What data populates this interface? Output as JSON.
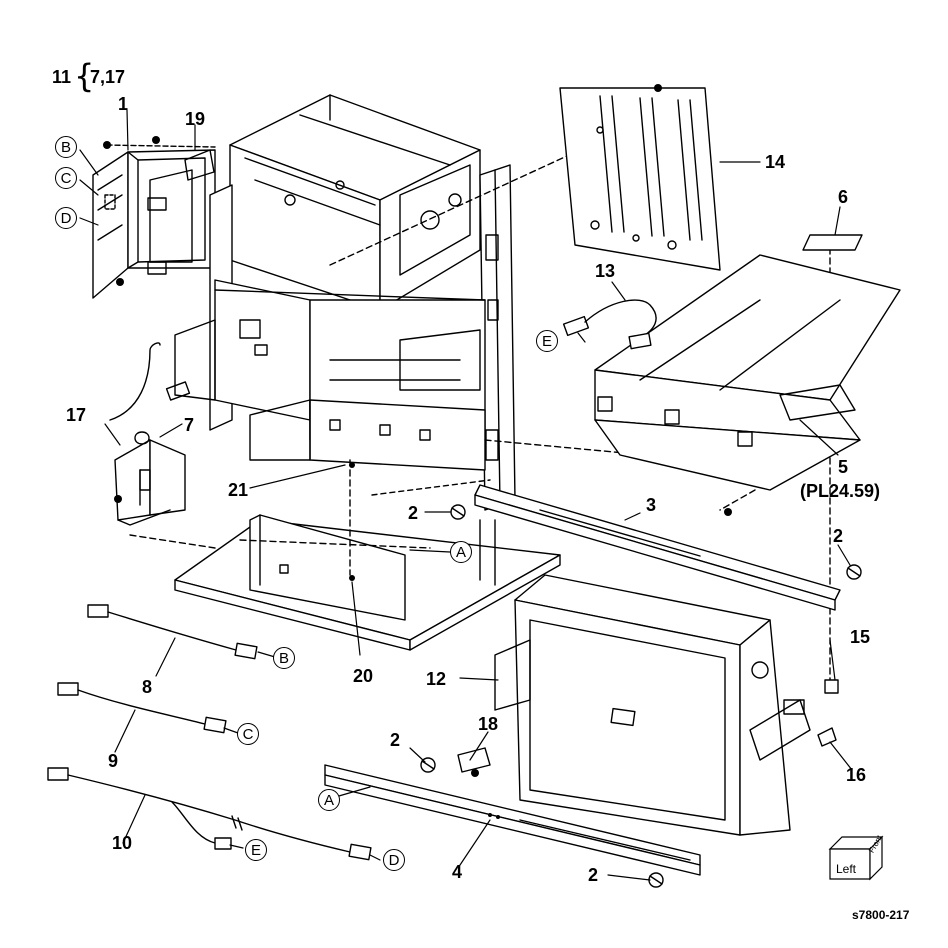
{
  "callouts": {
    "group_11": "11",
    "group_11_members": "7,17",
    "c1": "1",
    "c2a": "2",
    "c2b": "2",
    "c2c": "2",
    "c2d": "2",
    "c3": "3",
    "c4": "4",
    "c5": "5",
    "c5_ref": "(PL24.59)",
    "c6": "6",
    "c7": "7",
    "c8": "8",
    "c9": "9",
    "c10": "10",
    "c12": "12",
    "c13": "13",
    "c14": "14",
    "c15": "15",
    "c16": "16",
    "c17": "17",
    "c18": "18",
    "c19": "19",
    "c20": "20",
    "c21": "21"
  },
  "connectors": {
    "B1": "B",
    "C1": "C",
    "D1": "D",
    "E1": "E",
    "A1": "A",
    "B2": "B",
    "C2": "C",
    "E2": "E",
    "D2": "D",
    "A2": "A"
  },
  "orientation_cube": {
    "left": "Left",
    "front": "Front"
  },
  "figure_id": "s7800-217"
}
